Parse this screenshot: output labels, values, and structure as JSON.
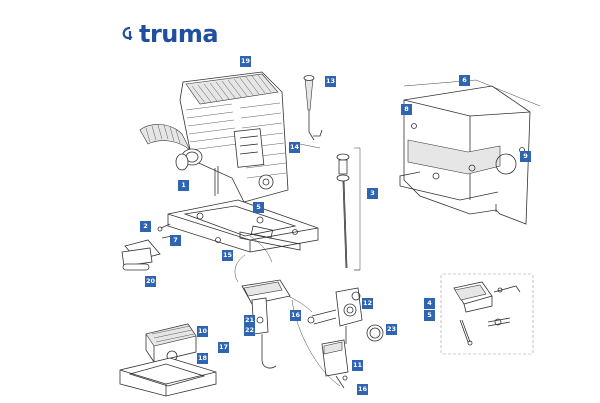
{
  "brand": {
    "name": "truma",
    "color": "#1f4f9e"
  },
  "badge_color": "#2f64b0",
  "part_numbers": [
    "19",
    "13",
    "6",
    "8",
    "9",
    "14",
    "1",
    "3",
    "5",
    "2",
    "7",
    "15",
    "20",
    "12",
    "16",
    "21",
    "22",
    "23",
    "11",
    "10",
    "17",
    "18",
    "4",
    "5"
  ]
}
